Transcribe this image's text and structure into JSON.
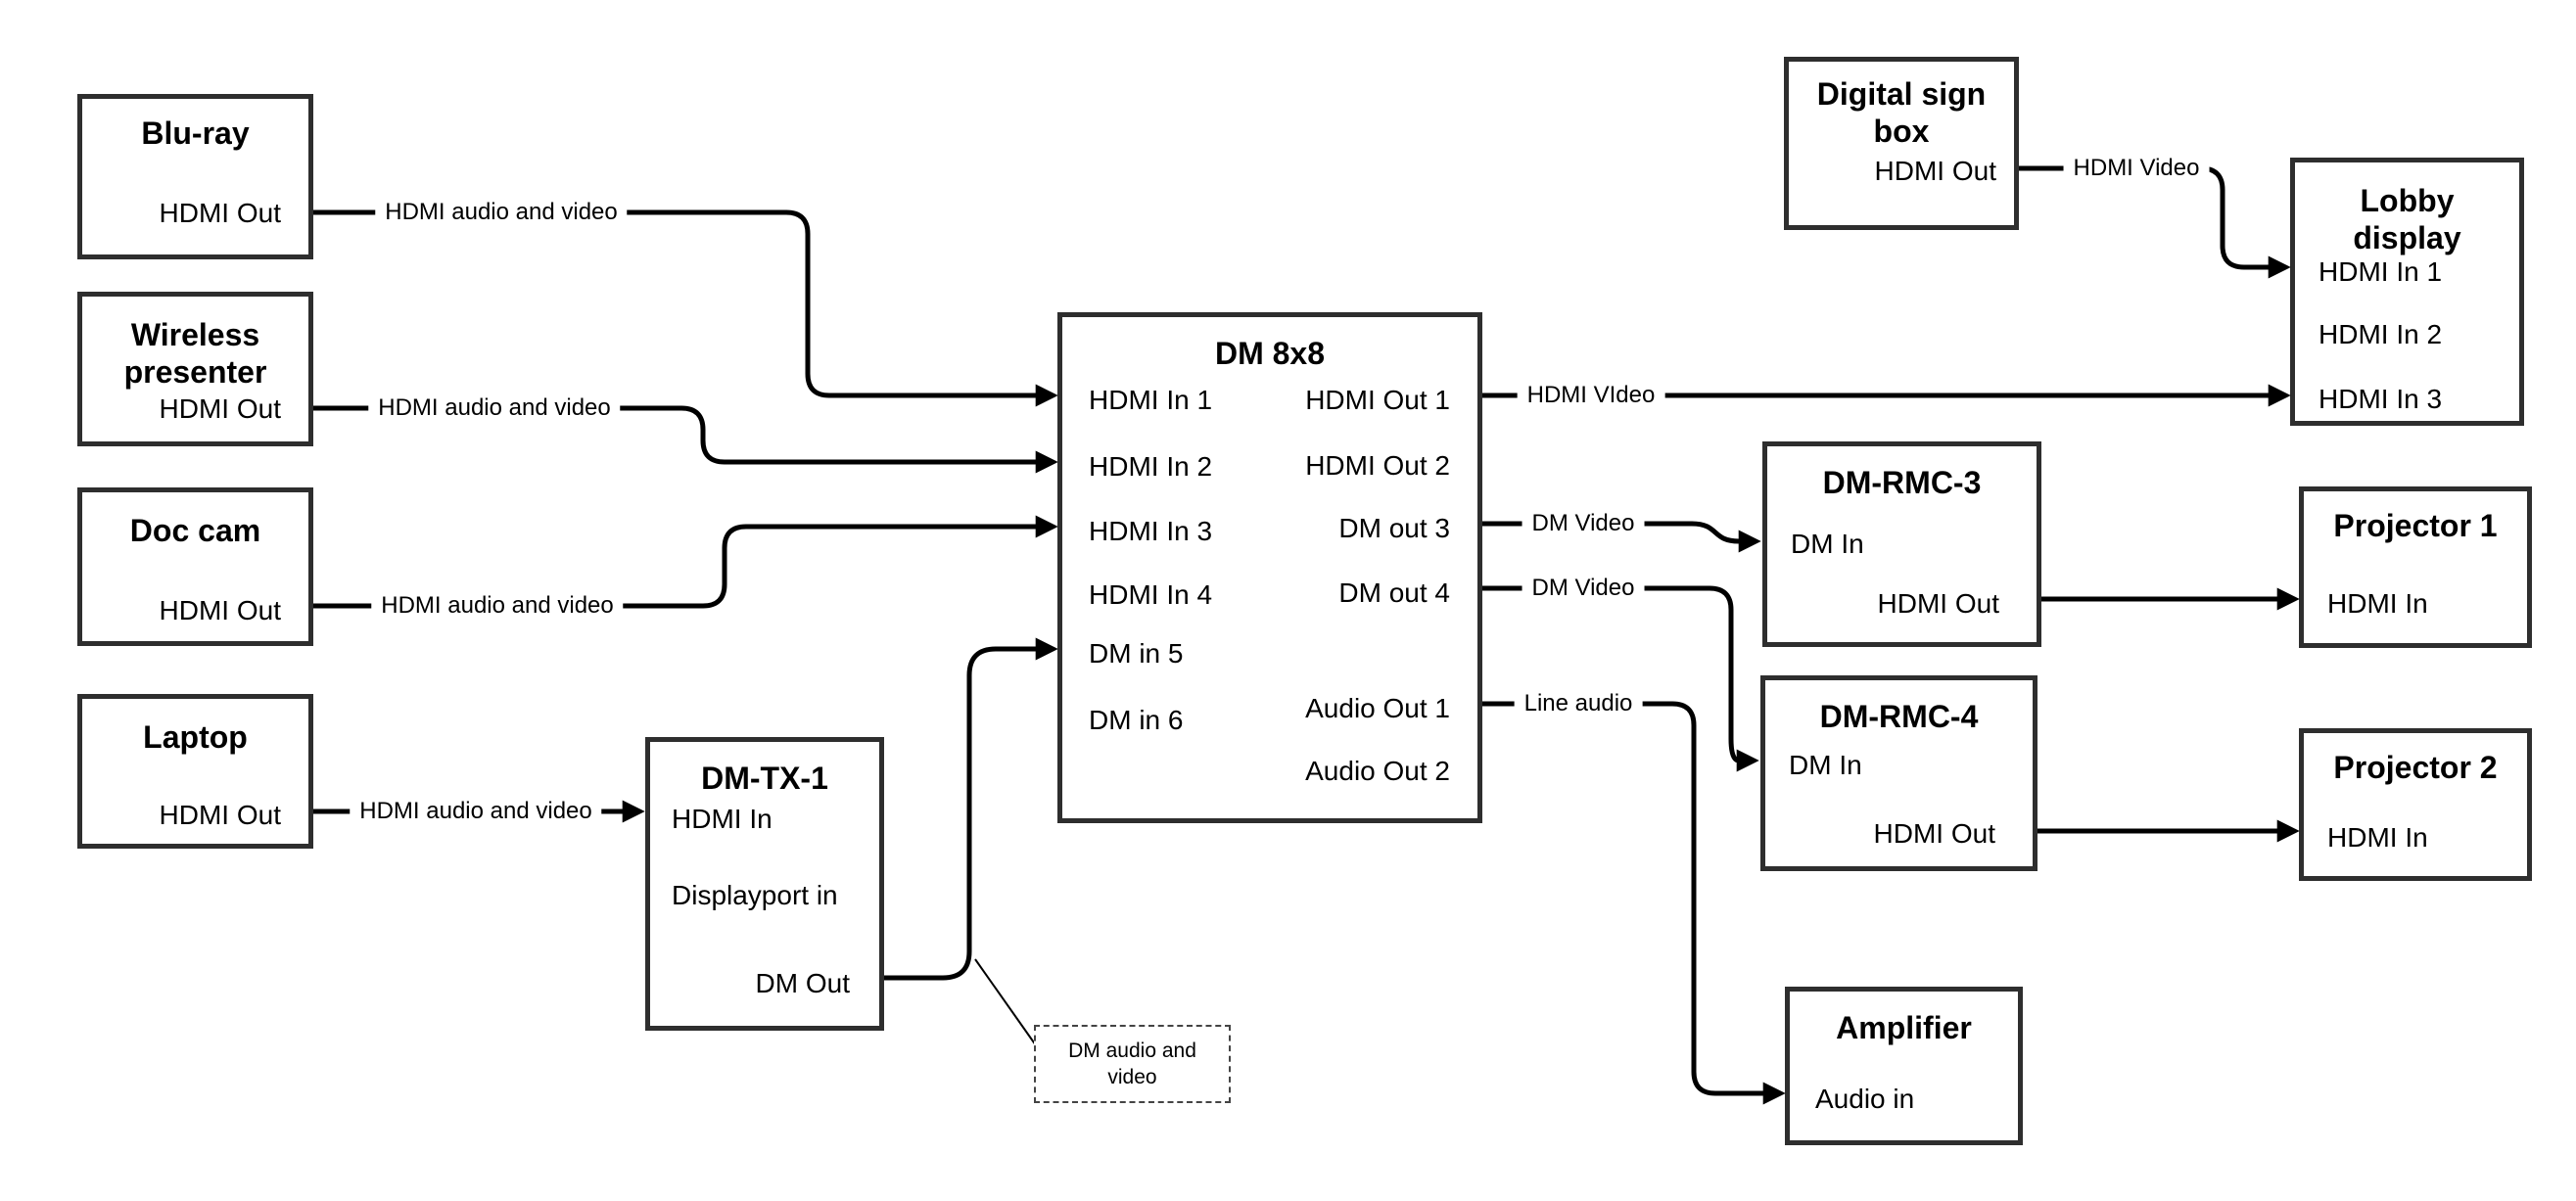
{
  "boxes": {
    "blu_ray": {
      "title": "Blu-ray",
      "ports": {
        "hdmi_out": "HDMI Out"
      }
    },
    "wireless_presenter": {
      "title": "Wireless presenter",
      "ports": {
        "hdmi_out": "HDMI Out"
      }
    },
    "doc_cam": {
      "title": "Doc cam",
      "ports": {
        "hdmi_out": "HDMI Out"
      }
    },
    "laptop": {
      "title": "Laptop",
      "ports": {
        "hdmi_out": "HDMI Out"
      }
    },
    "dm_tx_1": {
      "title": "DM-TX-1",
      "ports": {
        "hdmi_in": "HDMI In",
        "displayport_in": "Displayport in",
        "dm_out": "DM Out"
      }
    },
    "dm_8x8": {
      "title": "DM 8x8",
      "ports": {
        "hdmi_in_1": "HDMI In 1",
        "hdmi_in_2": "HDMI In 2",
        "hdmi_in_3": "HDMI In 3",
        "hdmi_in_4": "HDMI In 4",
        "dm_in_5": "DM in 5",
        "dm_in_6": "DM in 6",
        "hdmi_out_1": "HDMI Out 1",
        "hdmi_out_2": "HDMI Out 2",
        "dm_out_3": "DM out 3",
        "dm_out_4": "DM out 4",
        "audio_out_1": "Audio Out 1",
        "audio_out_2": "Audio Out 2"
      }
    },
    "digital_sign_box": {
      "title": "Digital sign box",
      "ports": {
        "hdmi_out": "HDMI Out"
      }
    },
    "lobby_display": {
      "title": "Lobby display",
      "ports": {
        "hdmi_in_1": "HDMI In 1",
        "hdmi_in_2": "HDMI In 2",
        "hdmi_in_3": "HDMI In 3"
      }
    },
    "dm_rmc_3": {
      "title": "DM-RMC-3",
      "ports": {
        "dm_in": "DM In",
        "hdmi_out": "HDMI Out"
      }
    },
    "projector_1": {
      "title": "Projector 1",
      "ports": {
        "hdmi_in": "HDMI In"
      }
    },
    "dm_rmc_4": {
      "title": "DM-RMC-4",
      "ports": {
        "dm_in": "DM In",
        "hdmi_out": "HDMI Out"
      }
    },
    "projector_2": {
      "title": "Projector 2",
      "ports": {
        "hdmi_in": "HDMI In"
      }
    },
    "amplifier": {
      "title": "Amplifier",
      "ports": {
        "audio_in": "Audio in"
      }
    }
  },
  "connection_labels": {
    "blu_ray_to_dm": "HDMI audio and video",
    "wireless_to_dm": "HDMI audio and video",
    "doc_cam_to_dm": "HDMI audio and video",
    "laptop_to_tx": "HDMI audio and video",
    "hdmi_out_1": "HDMI VIdeo",
    "sign_to_lobby": "HDMI Video",
    "dm_out_3": "DM Video",
    "dm_out_4": "DM Video",
    "audio_out_1": "Line audio"
  },
  "callout": {
    "text": "DM audio and video"
  },
  "colors": {
    "background": "#ffffff",
    "wire": "#000000",
    "box_border": "#2e2e2e"
  }
}
